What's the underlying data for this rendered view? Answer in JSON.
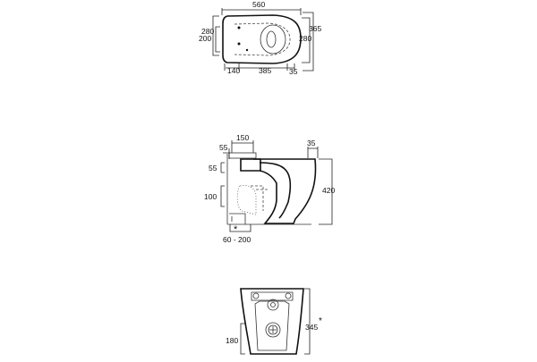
{
  "top_view": {
    "width": "560",
    "depth": "365",
    "left_outer": "280",
    "left_inner": "200",
    "right_inner": "280",
    "bottom_a": "140",
    "bottom_b": "385",
    "bottom_c": "35"
  },
  "side_view": {
    "d150": "150",
    "d55_top": "55",
    "d35": "35",
    "d55_mid": "55",
    "d100": "100",
    "d420": "420",
    "star": "*",
    "d60_200": "60 - 200"
  },
  "rear_view": {
    "d345": "345",
    "star": "*",
    "d180": "180"
  }
}
